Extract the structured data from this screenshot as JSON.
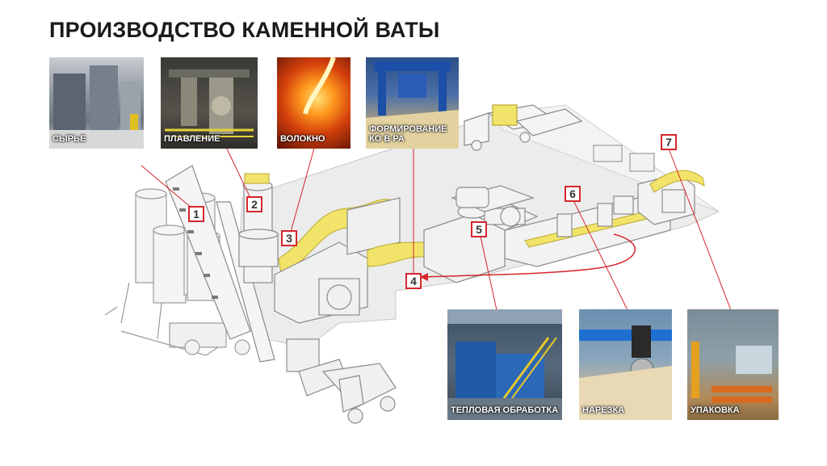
{
  "title": "ПРОИЗВОДСТВО КАМЕННОЙ ВАТЫ",
  "photos": {
    "raw": "СЫРЬЕ",
    "melting": "ПЛАВЛЕНИЕ",
    "fiber": "ВОЛОКНО",
    "forming_line1": "ФОРМИРОВАНИЕ",
    "forming_line2": "КО В РА",
    "heat": "ТЕПЛОВАЯ ОБРАБОТКА",
    "cutting": "НАРЕЗКА",
    "packing": "УПАКОВКА"
  },
  "steps": [
    "1",
    "2",
    "3",
    "4",
    "5",
    "6",
    "7"
  ],
  "colors": {
    "accent_red": "#d6262c",
    "wool_yellow": "#f2e46a",
    "line_gray": "#9a9a9a"
  }
}
